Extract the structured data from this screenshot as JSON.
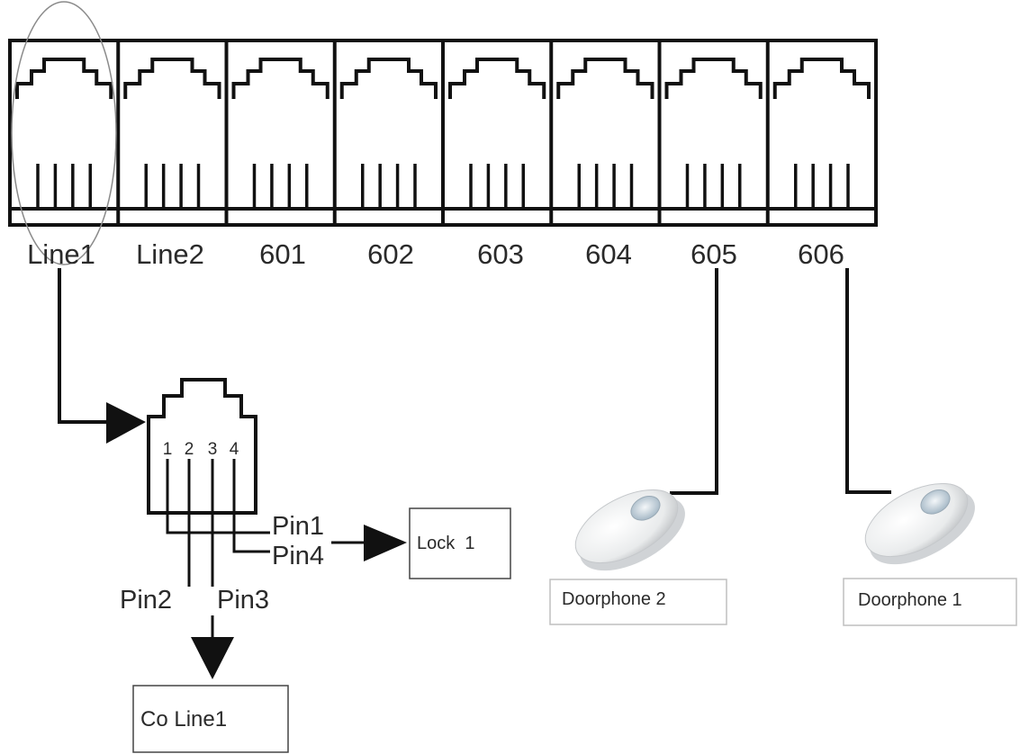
{
  "ports": [
    "Line1",
    "Line2",
    "601",
    "602",
    "603",
    "604",
    "605",
    "606"
  ],
  "jack_pins": [
    "1",
    "2",
    "3",
    "4"
  ],
  "wire_labels": {
    "pin1": "Pin1",
    "pin4": "Pin4",
    "pin2": "Pin2",
    "pin3": "Pin3"
  },
  "devices": {
    "lock": "Lock  1",
    "co_line": "Co Line1",
    "doorphone_2": "Doorphone 2",
    "doorphone_1": "Doorphone 1"
  }
}
